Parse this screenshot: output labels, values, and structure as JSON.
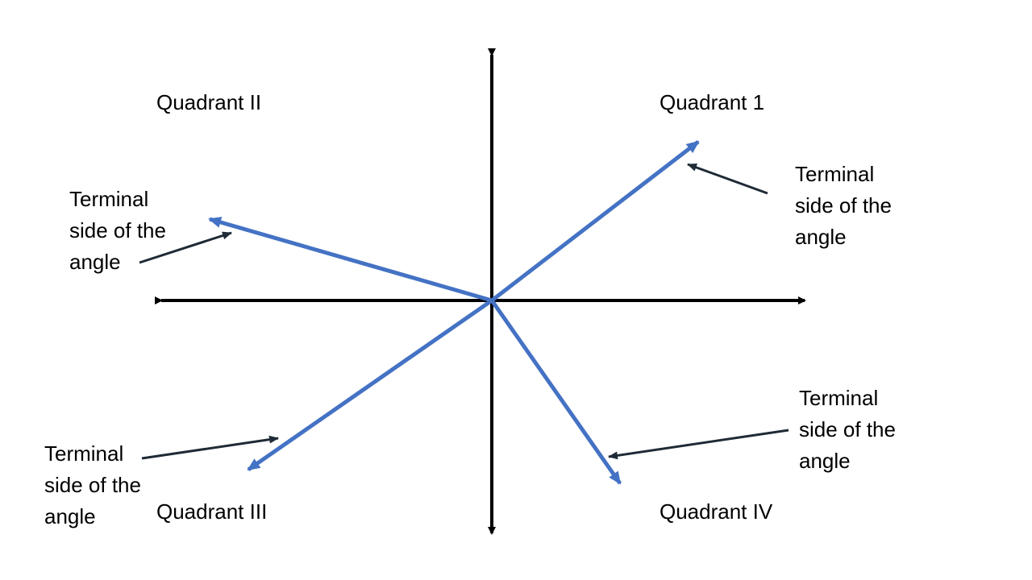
{
  "quadrants": {
    "q1": "Quadrant 1",
    "q2": "Quadrant II",
    "q3": "Quadrant III",
    "q4": "Quadrant IV"
  },
  "annotations": [
    {
      "lines": [
        "Terminal",
        "side of the",
        "angle"
      ]
    },
    {
      "lines": [
        "Terminal",
        "side of the",
        "angle"
      ]
    },
    {
      "lines": [
        "Terminal",
        "side of the",
        "angle"
      ]
    },
    {
      "lines": [
        "Terminal",
        "side of the",
        "angle"
      ]
    }
  ],
  "colors": {
    "axes": "#000000",
    "terminal_rays": "#4472c4",
    "pointers": "#1f2a36",
    "text": "#000000",
    "background": "#ffffff"
  }
}
